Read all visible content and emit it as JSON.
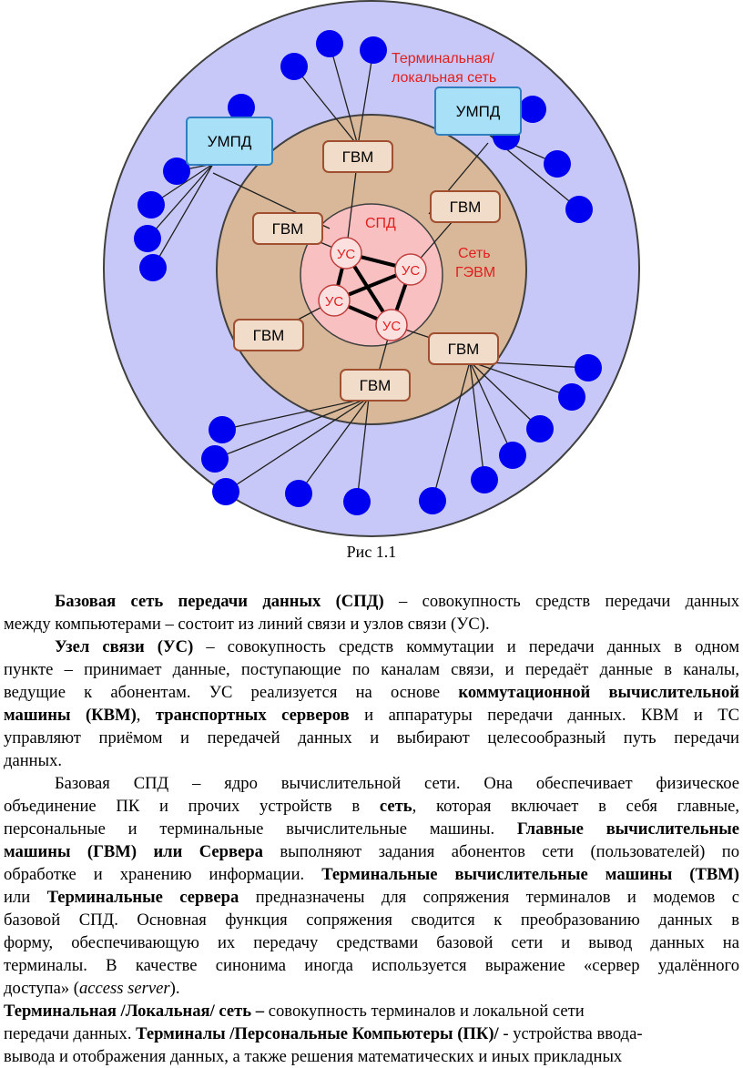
{
  "diagram": {
    "ring_labels": {
      "terminal_line1": "Терминальная/",
      "terminal_line2": "локальная сеть",
      "gevm_line1": "Сеть",
      "gevm_line2": "ГЭВМ",
      "spd": "СПД"
    },
    "umpd_label": "УМПД",
    "gvm_label": "ГВМ",
    "us_label": "УС",
    "colors": {
      "outer_ring": "#c8c8f8",
      "middle_ring": "#d8b898",
      "inner_core": "#f8c0c0",
      "umpd_fill": "#a8e0f8",
      "gvm_fill": "#f0dcc8",
      "gvm_border": "#a05030",
      "terminal_dot": "#0000f0",
      "label_red": "#e02020"
    }
  },
  "caption": "Рис 1.1",
  "paragraphs": [
    {
      "lines": [
        [
          {
            "b": true,
            "t": "Базовая сеть передачи данных (СПД)"
          },
          {
            "t": " – совокупность средств передачи данных"
          }
        ],
        [
          {
            "t": "между компьютерами – состоит из линий связи и узлов связи (УС)."
          }
        ]
      ]
    },
    {
      "lines": [
        [
          {
            "b": true,
            "t": "Узел связи (УС)"
          },
          {
            "t": " – совокупность средств коммутации и передачи данных в одном"
          }
        ],
        [
          {
            "t": "пункте – принимает данные, поступающие по каналам связи, и передаёт данные в каналы,"
          }
        ],
        [
          {
            "t": "ведущие к абонентам. УС реализуется на основе "
          },
          {
            "b": true,
            "t": "коммутационной вычислительной"
          }
        ],
        [
          {
            "b": true,
            "t": "машины (КВМ)"
          },
          {
            "t": ", "
          },
          {
            "b": true,
            "t": "транспортных серверов"
          },
          {
            "t": " и аппаратуры передачи данных. КВМ и ТС"
          }
        ],
        [
          {
            "t": "управляют приёмом и передачей данных и выбирают целесообразный путь передачи"
          }
        ],
        [
          {
            "t": "данных."
          }
        ]
      ]
    },
    {
      "lines": [
        [
          {
            "t": "Базовая СПД – ядро вычислительной сети. Она обеспечивает физическое"
          }
        ],
        [
          {
            "t": "объединение ПК и прочих устройств в "
          },
          {
            "b": true,
            "t": "сеть"
          },
          {
            "t": ", которая включает в себя главные,"
          }
        ],
        [
          {
            "t": "персональные и терминальные вычислительные машины. "
          },
          {
            "b": true,
            "t": "Главные вычислительные"
          }
        ],
        [
          {
            "b": true,
            "t": "машины (ГВМ) или Сервера"
          },
          {
            "t": " выполняют задания абонентов сети (пользователей) по"
          }
        ],
        [
          {
            "t": "обработке и хранению информации. "
          },
          {
            "b": true,
            "t": "Терминальные вычислительные машины (ТВМ)"
          }
        ],
        [
          {
            "t": "или "
          },
          {
            "b": true,
            "t": "Терминальные сервера"
          },
          {
            "t": " предназначены для сопряжения терминалов и модемов с"
          }
        ],
        [
          {
            "t": "базовой СПД. Основная функция сопряжения сводится к преобразованию данных в"
          }
        ],
        [
          {
            "t": "форму, обеспечивающую их передачу средствами базовой сети и вывод данных на"
          }
        ],
        [
          {
            "t": "терминалы. В качестве синонима иногда используется выражение «сервер удалённого"
          }
        ],
        [
          {
            "t": "доступа» ("
          },
          {
            "i": true,
            "t": "access server"
          },
          {
            "t": ")."
          }
        ]
      ]
    },
    {
      "lines": [
        [
          {
            "b": true,
            "t": "Терминальная /Локальная/ сеть –"
          },
          {
            "t": " совокупность терминалов и локальной сети"
          }
        ],
        [
          {
            "t": "передачи данных. "
          },
          {
            "b": true,
            "t": "Терминалы /Персональные Компьютеры (ПК)/"
          },
          {
            "t": " - устройства ввода-"
          }
        ],
        [
          {
            "t": "вывода и отображения данных, а также решения математических и иных прикладных"
          }
        ]
      ]
    }
  ]
}
